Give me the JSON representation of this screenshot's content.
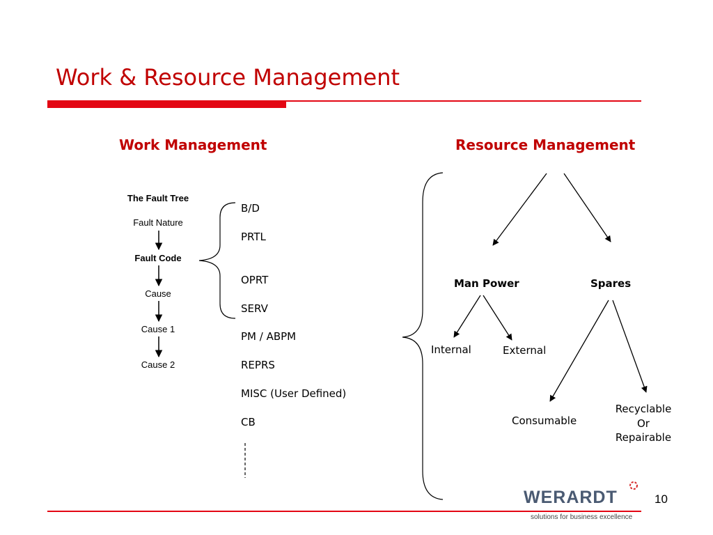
{
  "title": "Work & Resource Management",
  "work_management": {
    "heading": "Work Management",
    "fault_tree": {
      "title": "The Fault Tree",
      "levels": [
        "Fault Nature",
        "Fault Code",
        "Cause",
        "Cause 1",
        "Cause 2"
      ]
    },
    "fault_codes": [
      "B/D",
      "PRTL",
      "OPRT",
      "SERV",
      "PM / ABPM",
      "REPRS",
      "MISC (User Defined)",
      "CB"
    ]
  },
  "resource_management": {
    "heading": "Resource Management",
    "man_power": {
      "label": "Man Power",
      "children": [
        "Internal",
        "External"
      ]
    },
    "spares": {
      "label": "Spares",
      "children": [
        "Consumable",
        "Recyclable",
        "Or",
        "Repairable"
      ]
    }
  },
  "footer": {
    "logo_text": "WERARDT",
    "tagline": "solutions for business excellence",
    "page_number": "10"
  },
  "colors": {
    "accent": "#c00000",
    "bar": "#e30613",
    "logo": "#4a5a72",
    "logo_mark": "#d62828"
  }
}
